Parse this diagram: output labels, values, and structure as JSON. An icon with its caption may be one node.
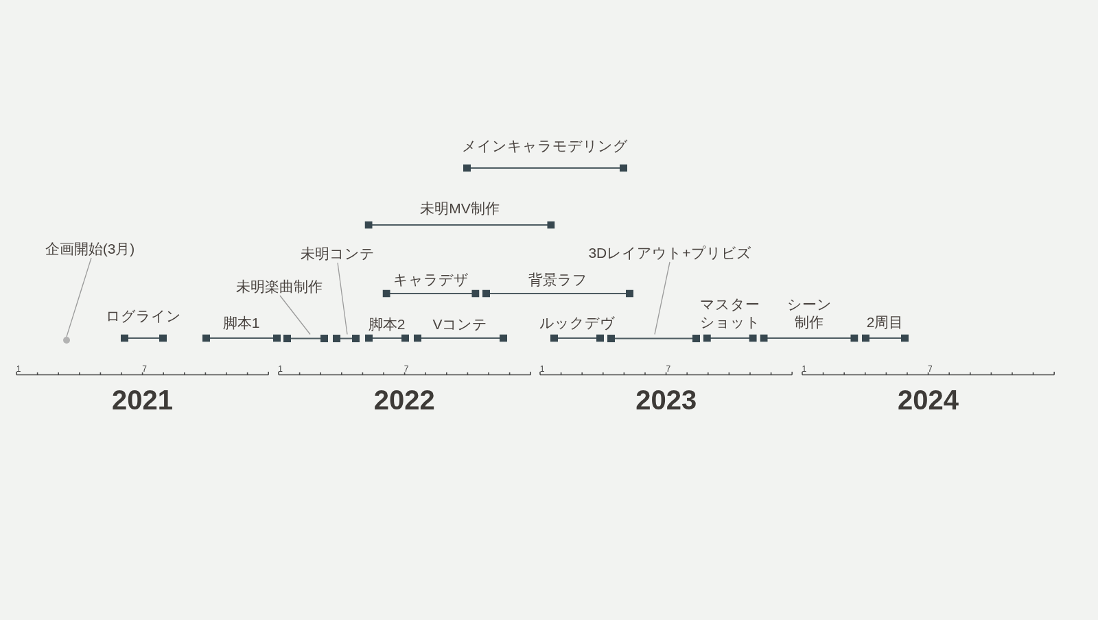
{
  "diagram": {
    "nodes": [
      {
        "text": [
          "メインキャラモデリング"
        ]
      },
      {
        "text": [
          "未明MV制作"
        ]
      },
      {
        "text": [
          "企画開始(3月)"
        ]
      },
      {
        "text": [
          "未明コンテ"
        ]
      },
      {
        "text": [
          "3Dレイアウト+プリビズ"
        ]
      },
      {
        "text": [
          "キャラデザ"
        ]
      },
      {
        "text": [
          "背景ラフ"
        ]
      },
      {
        "text": [
          "未明楽曲制作"
        ]
      },
      {
        "text": [
          "ログライン"
        ]
      },
      {
        "text": [
          "マスターショット"
        ]
      },
      {
        "text": [
          "シーン制作"
        ]
      },
      {
        "text": [
          "脚本1"
        ]
      },
      {
        "text": [
          "脚本2"
        ]
      },
      {
        "text": [
          "Vコンテ"
        ]
      },
      {
        "text": [
          "ルックデヴ"
        ]
      },
      {
        "text": [
          "2周目"
        ]
      },
      {
        "text": [],
        "shape": "circle"
      },
      {
        "text": [],
        "shape": "bar"
      },
      {
        "text": [],
        "shape": "bar"
      },
      {
        "text": [],
        "shape": "bar"
      }
    ],
    "edges": [
      {
        "from": 2,
        "to": 16,
        "arrow": "none"
      },
      {
        "from": 7,
        "to": 17,
        "arrow": "none"
      },
      {
        "from": 3,
        "to": 18,
        "arrow": "none"
      },
      {
        "from": 4,
        "to": 19,
        "arrow": "none"
      }
    ],
    "labels": [
      "1",
      "7",
      "1",
      "7",
      "1",
      "7",
      "1",
      "7",
      "2021",
      "2022",
      "2023",
      "2024"
    ]
  }
}
